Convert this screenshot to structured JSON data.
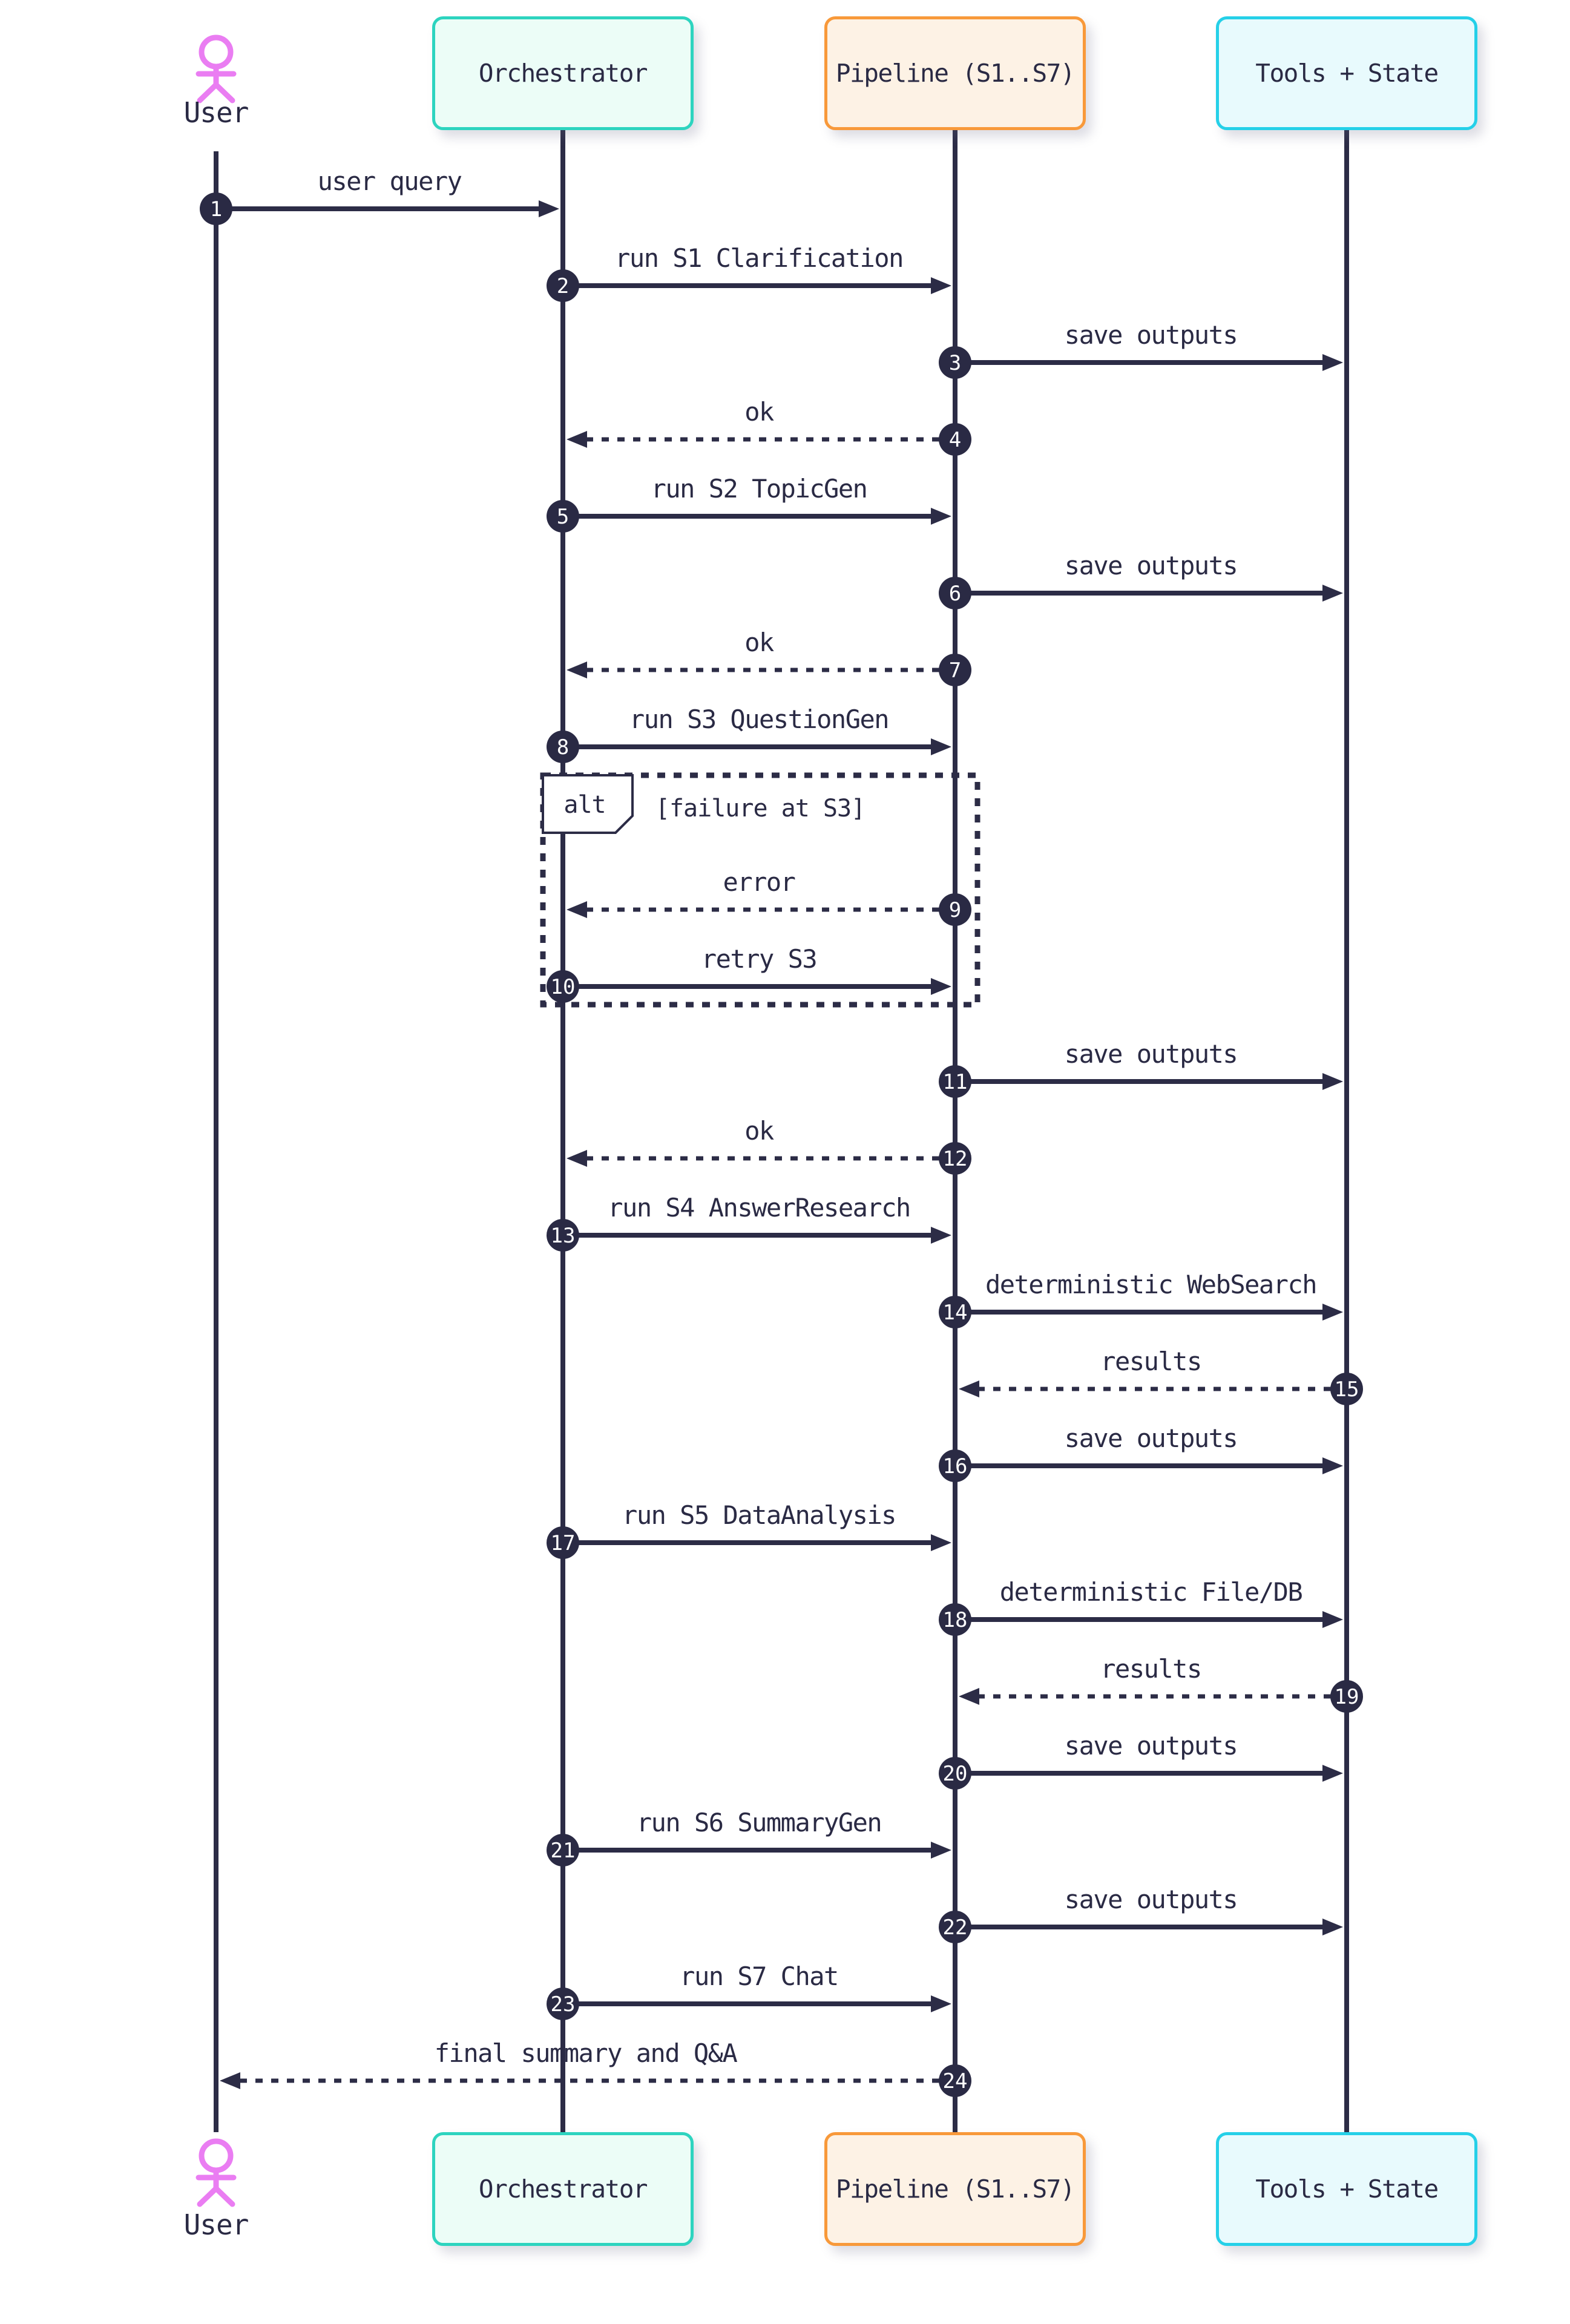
{
  "diagram": {
    "kind": "sequence-diagram",
    "background": "#ffffff",
    "line_color": "#2c2c46",
    "text_color": "#2a2a44",
    "number_badge": {
      "fill": "#2a2a44",
      "text_color": "#ffffff"
    }
  },
  "participants": [
    {
      "id": "user",
      "label": "User",
      "kind": "actor",
      "color": "#ea7df2"
    },
    {
      "id": "orchestrator",
      "label": "Orchestrator",
      "kind": "box",
      "border": "#2dd4bf",
      "fill": "#ecfdf7"
    },
    {
      "id": "pipeline",
      "label": "Pipeline (S1..S7)",
      "kind": "box",
      "border": "#f8993a",
      "fill": "#fdf2e5"
    },
    {
      "id": "tools",
      "label": "Tools + State",
      "kind": "box",
      "border": "#25d0e8",
      "fill": "#e8fafd"
    }
  ],
  "fragment": {
    "label": "alt",
    "condition": "[failure at S3]"
  },
  "messages": [
    {
      "num": 1,
      "from": "user",
      "to": "orchestrator",
      "label": "user query",
      "style": "solid"
    },
    {
      "num": 2,
      "from": "orchestrator",
      "to": "pipeline",
      "label": "run S1 Clarification",
      "style": "solid"
    },
    {
      "num": 3,
      "from": "pipeline",
      "to": "tools",
      "label": "save outputs",
      "style": "solid"
    },
    {
      "num": 4,
      "from": "pipeline",
      "to": "orchestrator",
      "label": "ok",
      "style": "dotted"
    },
    {
      "num": 5,
      "from": "orchestrator",
      "to": "pipeline",
      "label": "run S2 TopicGen",
      "style": "solid"
    },
    {
      "num": 6,
      "from": "pipeline",
      "to": "tools",
      "label": "save outputs",
      "style": "solid"
    },
    {
      "num": 7,
      "from": "pipeline",
      "to": "orchestrator",
      "label": "ok",
      "style": "dotted"
    },
    {
      "num": 8,
      "from": "orchestrator",
      "to": "pipeline",
      "label": "run S3 QuestionGen",
      "style": "solid"
    },
    {
      "num": 9,
      "from": "pipeline",
      "to": "orchestrator",
      "label": "error",
      "style": "dotted",
      "in_fragment": true
    },
    {
      "num": 10,
      "from": "orchestrator",
      "to": "pipeline",
      "label": "retry S3",
      "style": "solid",
      "in_fragment": true
    },
    {
      "num": 11,
      "from": "pipeline",
      "to": "tools",
      "label": "save outputs",
      "style": "solid"
    },
    {
      "num": 12,
      "from": "pipeline",
      "to": "orchestrator",
      "label": "ok",
      "style": "dotted"
    },
    {
      "num": 13,
      "from": "orchestrator",
      "to": "pipeline",
      "label": "run S4 AnswerResearch",
      "style": "solid"
    },
    {
      "num": 14,
      "from": "pipeline",
      "to": "tools",
      "label": "deterministic WebSearch",
      "style": "solid"
    },
    {
      "num": 15,
      "from": "tools",
      "to": "pipeline",
      "label": "results",
      "style": "dotted"
    },
    {
      "num": 16,
      "from": "pipeline",
      "to": "tools",
      "label": "save outputs",
      "style": "solid"
    },
    {
      "num": 17,
      "from": "orchestrator",
      "to": "pipeline",
      "label": "run S5 DataAnalysis",
      "style": "solid"
    },
    {
      "num": 18,
      "from": "pipeline",
      "to": "tools",
      "label": "deterministic File/DB",
      "style": "solid"
    },
    {
      "num": 19,
      "from": "tools",
      "to": "pipeline",
      "label": "results",
      "style": "dotted"
    },
    {
      "num": 20,
      "from": "pipeline",
      "to": "tools",
      "label": "save outputs",
      "style": "solid"
    },
    {
      "num": 21,
      "from": "orchestrator",
      "to": "pipeline",
      "label": "run S6 SummaryGen",
      "style": "solid"
    },
    {
      "num": 22,
      "from": "pipeline",
      "to": "tools",
      "label": "save outputs",
      "style": "solid"
    },
    {
      "num": 23,
      "from": "orchestrator",
      "to": "pipeline",
      "label": "run S7 Chat",
      "style": "solid"
    },
    {
      "num": 24,
      "from": "pipeline",
      "to": "user",
      "label": "final summary and Q&A",
      "style": "dotted"
    }
  ]
}
